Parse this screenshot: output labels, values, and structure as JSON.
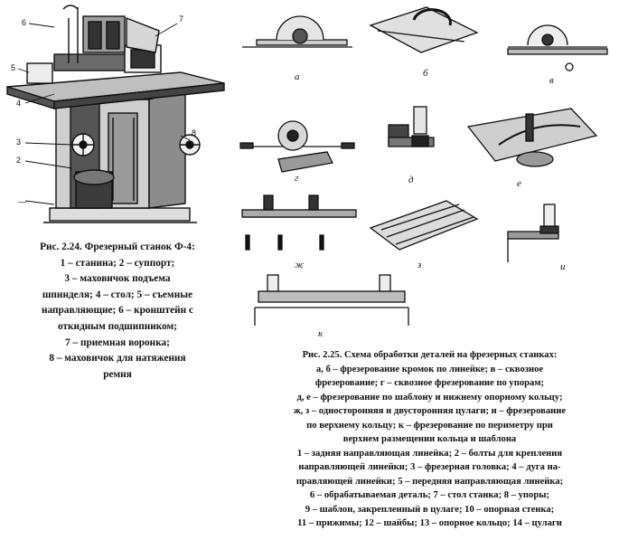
{
  "left_figure": {
    "callouts": [
      "1",
      "2",
      "3",
      "4",
      "5",
      "6",
      "7",
      "8"
    ],
    "caption": {
      "title": "Рис. 2.24. Фрезерный станок Ф-4:",
      "lines": [
        "1 – станина; 2 – суппорт;",
        "3 – маховичок подъема",
        "шпинделя; 4 – стол; 5 – съемные",
        "направляющие; 6 – кронштейн с",
        "откидным подшипником;",
        "7 – приемная воронка;",
        "8 – маховичок для натяжения",
        "ремня"
      ]
    }
  },
  "right_figure": {
    "panel_letters": [
      "а",
      "б",
      "в",
      "г",
      "д",
      "е",
      "ж",
      "з",
      "и",
      "к"
    ],
    "caption": {
      "lines": [
        "Рис. 2.25. Схема обработки деталей на фрезерных станках:",
        "а, б – фрезерование кромок по линейке; в – сквозное",
        "фрезерование; г – сквозное фрезерование по упорам;",
        "д, е – фрезерование по шаблону и нижнему опорному кольцу;",
        "ж, з – односторонняя и двусторонняя цулаги; и – фрезерование",
        "по верхнему кольцу; к – фрезерование по периметру при",
        "верхнем размещении кольца и шаблона",
        "1 – задняя направляющая линейка; 2 – болты для крепления",
        "направляющей линейки; 3 – фрезерная головка; 4 – дуга на-",
        "правляющей линейки; 5 – передняя направляющая линейка;",
        "6 – обрабатываемая деталь; 7 – стол станка; 8 – упоры;",
        "9 – шаблон, закрепленный в цулаге; 10 – опорная стенка;",
        "11 – прижимы; 12 – шайбы; 13 – опорное кольцо; 14 – цулаги"
      ]
    }
  }
}
